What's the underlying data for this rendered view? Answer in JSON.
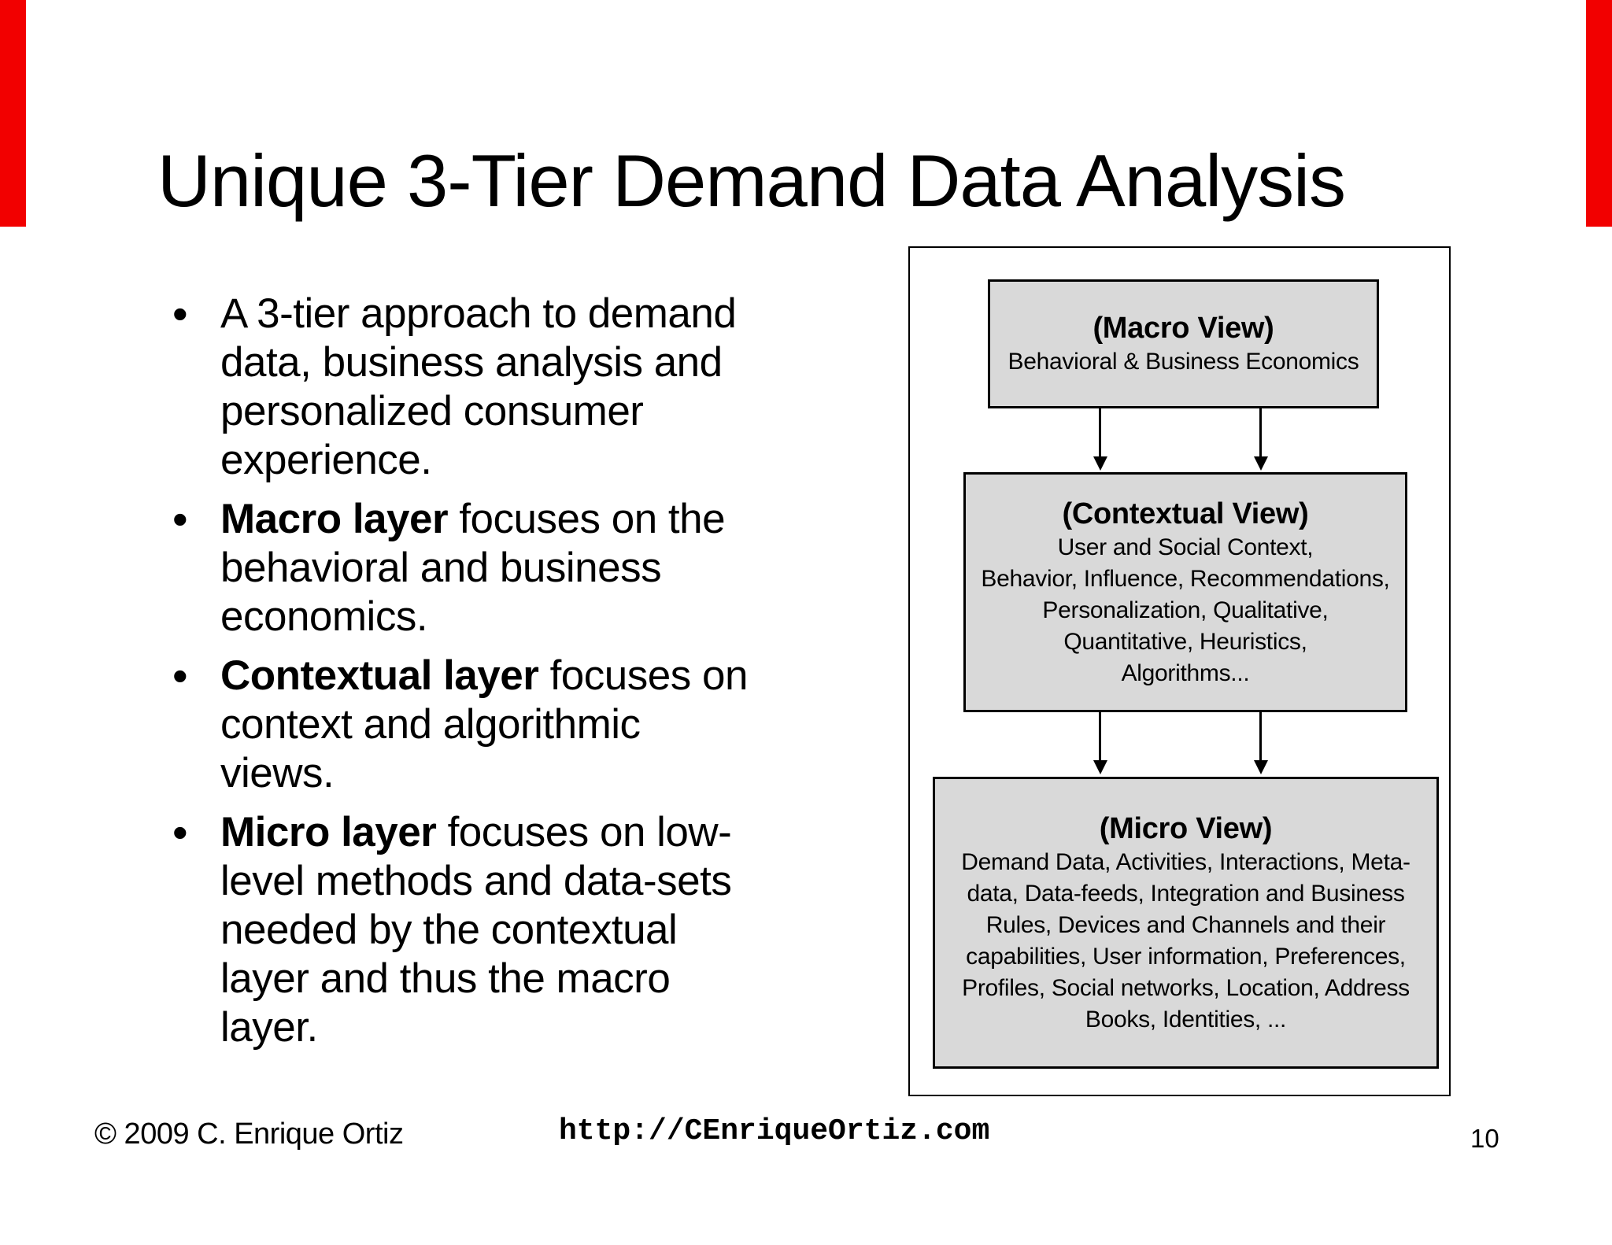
{
  "slide": {
    "title": "Unique 3-Tier Demand Data Analysis",
    "bullets": [
      {
        "bold": "",
        "rest": "A 3-tier approach to demand\ndata, business analysis and\npersonalized consumer\nexperience."
      },
      {
        "bold": "Macro layer",
        "rest": " focuses on the\nbehavioral and business\neconomics."
      },
      {
        "bold": "Contextual layer",
        "rest": " focuses on\ncontext and algorithmic\nviews."
      },
      {
        "bold": "Micro layer",
        "rest": " focuses on low-\nlevel methods and data-sets\nneeded by the contextual\nlayer and thus the macro\nlayer."
      }
    ]
  },
  "diagram": {
    "boxes": [
      {
        "title": "(Macro View)",
        "body": "Behavioral & Business Economics"
      },
      {
        "title": "(Contextual View)",
        "body": "User and Social Context,\nBehavior, Influence, Recommendations,\nPersonalization, Qualitative,\nQuantitative, Heuristics,\nAlgorithms..."
      },
      {
        "title": "(Micro View)",
        "body": "Demand Data, Activities, Interactions, Meta-\ndata, Data-feeds, Integration and Business\nRules, Devices and Channels and their\ncapabilities, User information, Preferences,\nProfiles, Social networks, Location, Address\nBooks, Identities, ..."
      }
    ]
  },
  "footer": {
    "copyright": "© 2009 C. Enrique Ortiz",
    "url": "http://CEnriqueOrtiz.com",
    "page_number": "10"
  },
  "colors": {
    "accent_red": "#f20000",
    "box_fill": "#d9d9d9",
    "border": "#000000"
  }
}
